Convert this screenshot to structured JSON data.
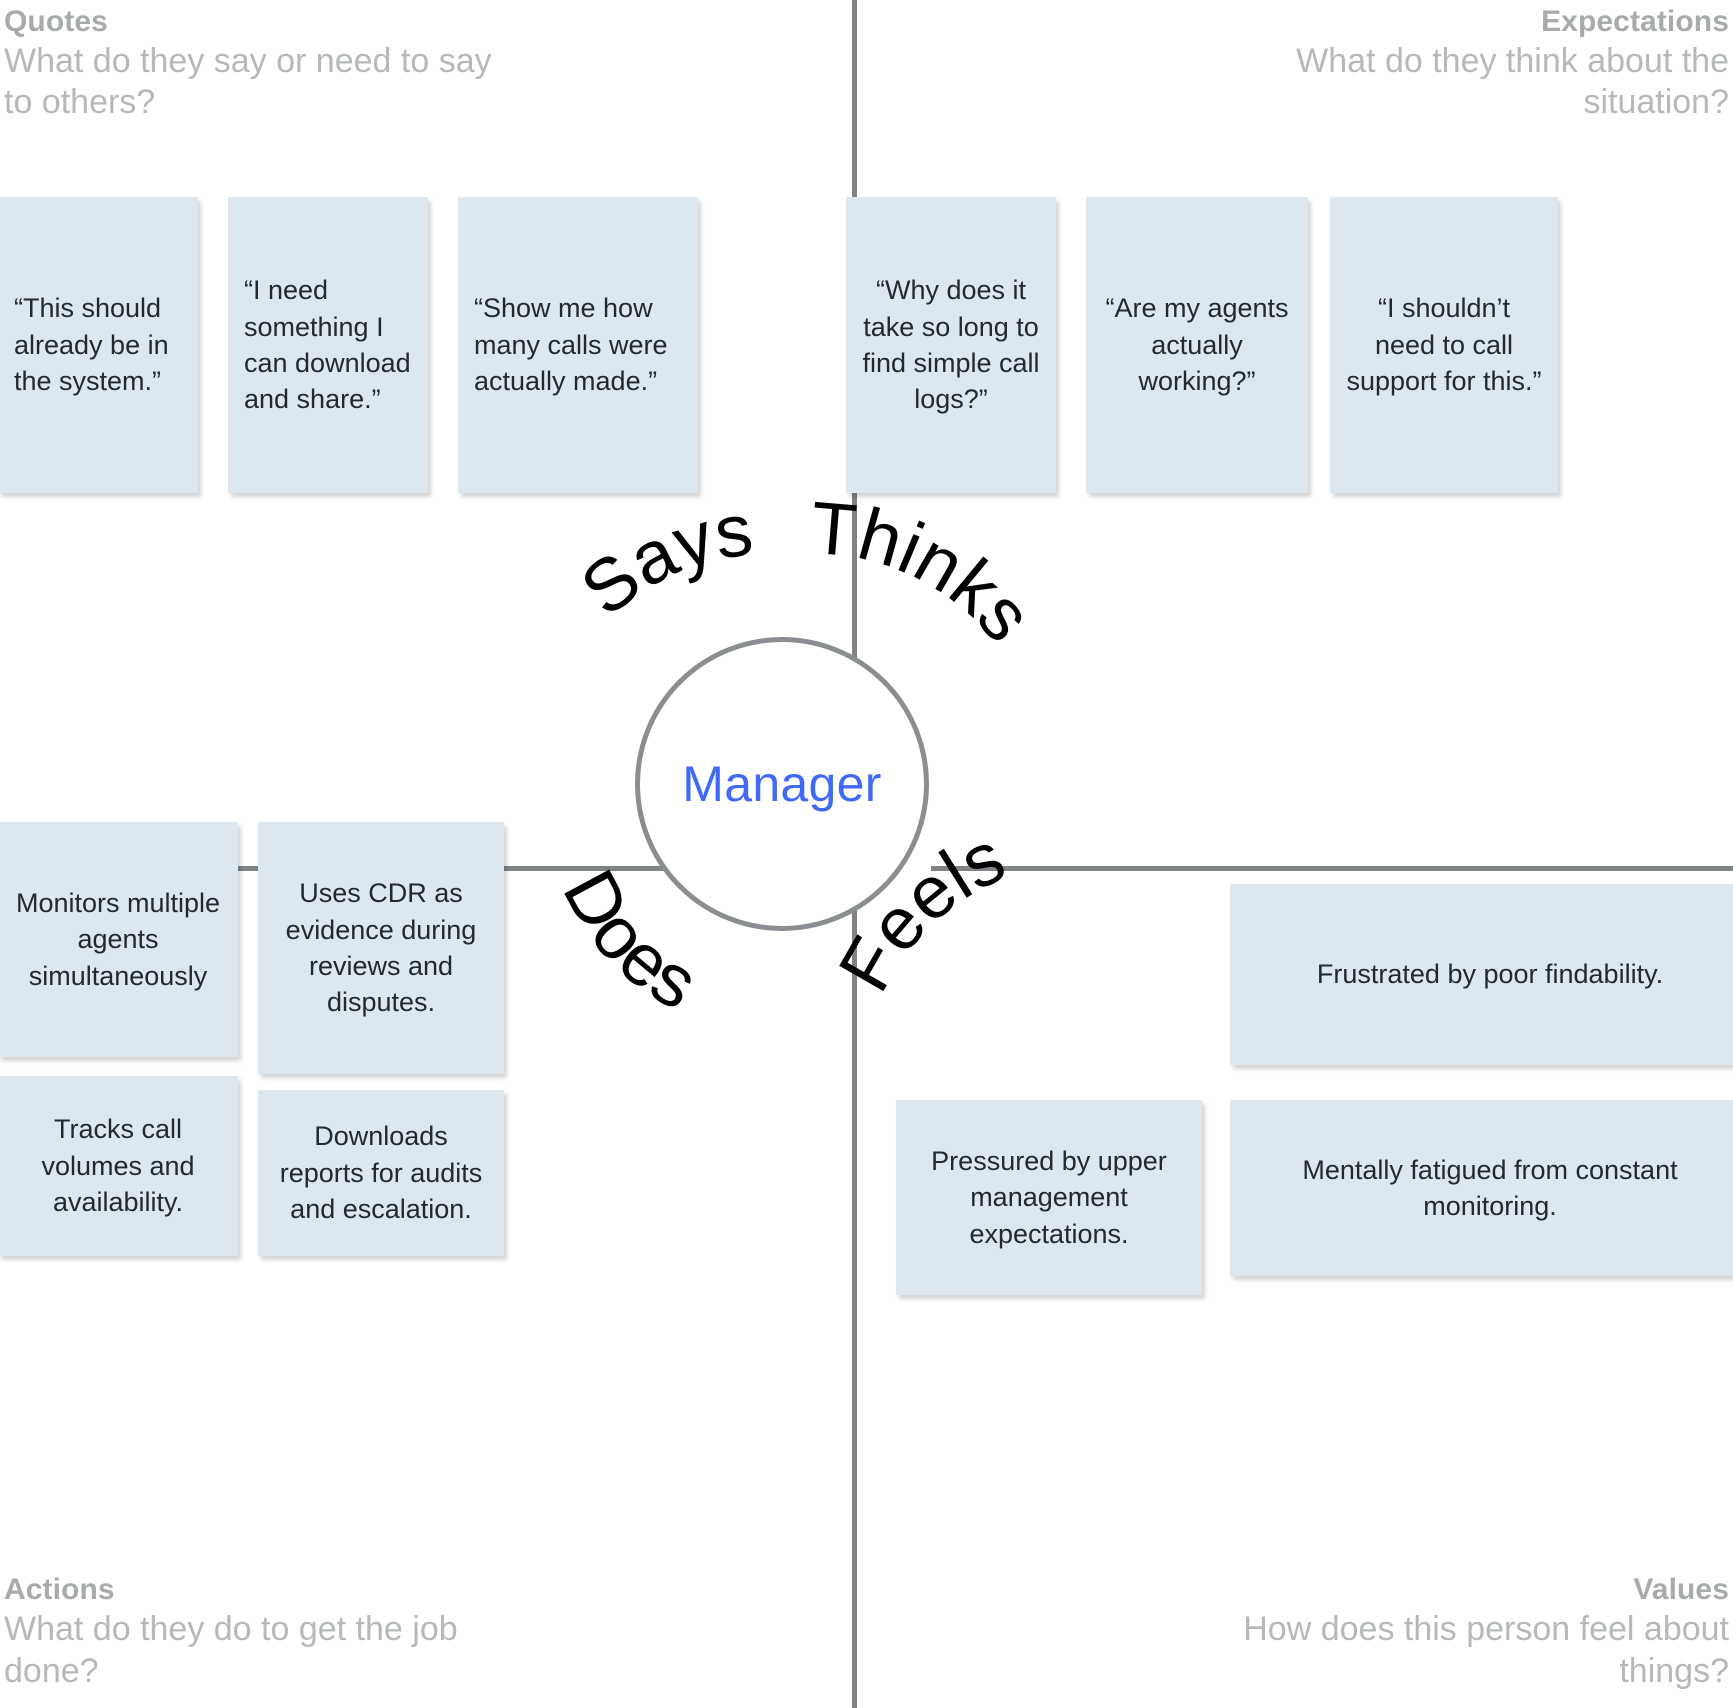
{
  "diagram": {
    "type": "empathy-map",
    "persona": "Manager",
    "persona_color": "#4169f7",
    "card_color": "#dce7f0",
    "line_color": "#808387",
    "heading_color": "#a8abad"
  },
  "quadrant_labels": {
    "says": "Says",
    "thinks": "Thinks",
    "does": "Does",
    "feels": "Feels"
  },
  "corners": {
    "top_left": {
      "title": "Quotes",
      "subtitle": "What do they say or need to say to others?"
    },
    "top_right": {
      "title": "Expectations",
      "subtitle": "What do they think about the situation?"
    },
    "bottom_left": {
      "title": "Actions",
      "subtitle": "What do they do to get the job done?"
    },
    "bottom_right": {
      "title": "Values",
      "subtitle": "How does this person feel about things?"
    }
  },
  "quadrants": {
    "says": {
      "label": "Says",
      "corner": "Quotes",
      "cards": [
        "“This should already be in the system.”",
        "“I need something I can download and share.”",
        "“Show me how many calls were actually made.”"
      ]
    },
    "thinks": {
      "label": "Thinks",
      "corner": "Expectations",
      "cards": [
        "“Why does it take so long to find simple call logs?”",
        "“Are my agents actually working?”",
        "“I shouldn’t need to call support for this.”"
      ]
    },
    "does": {
      "label": "Does",
      "corner": "Actions",
      "cards": [
        "Monitors multiple agents simultaneously",
        "Uses CDR as evidence during reviews and disputes.",
        "Tracks call volumes and availability.",
        "Downloads reports for audits and escalation."
      ]
    },
    "feels": {
      "label": "Feels",
      "corner": "Values",
      "cards": [
        "Frustrated by poor findability.",
        "Pressured by upper management expectations.",
        "Mentally fatigued from constant monitoring."
      ]
    }
  }
}
